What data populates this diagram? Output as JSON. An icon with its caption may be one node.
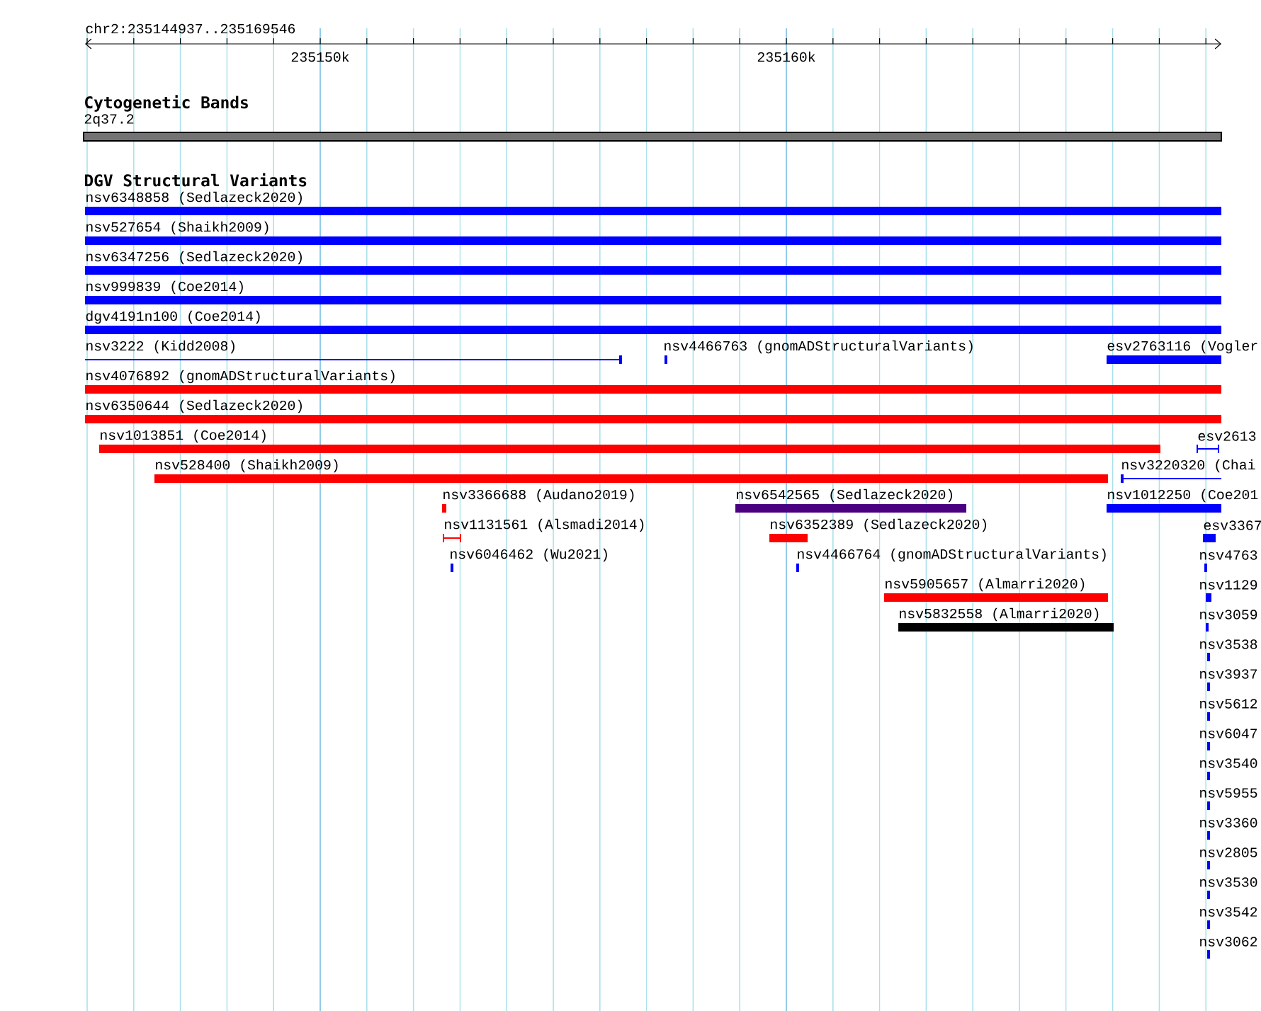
{
  "diagram": {
    "nodes": [
      {
        "text": [
          "2q37.2"
        ]
      },
      {
        "text": [
          "nsv6348858 (Sedlazeck2020)"
        ]
      },
      {
        "text": [
          "nsv527654 (Shaikh2009)"
        ]
      },
      {
        "text": [
          "nsv6347256 (Sedlazeck2020)"
        ]
      },
      {
        "text": [
          "nsv999839 (Coe2014)"
        ]
      },
      {
        "text": [
          "dgv4191n100 (Coe2014)"
        ]
      },
      {
        "text": [
          "nsv3222 (Kidd2008)"
        ]
      },
      {
        "text": [
          "nsv4466763 (gnomADStructuralVariants)"
        ]
      },
      {
        "text": [
          "esv2763116 (Vogler"
        ]
      },
      {
        "text": [
          "nsv4076892 (gnomADStructuralVariants)"
        ]
      },
      {
        "text": [
          "nsv6350644 (Sedlazeck2020)"
        ]
      },
      {
        "text": [
          "nsv1013851 (Coe2014)"
        ]
      },
      {
        "text": [
          "esv2613"
        ]
      },
      {
        "text": [
          "nsv528400 (Shaikh2009)"
        ]
      },
      {
        "text": [
          "nsv3220320 (Chai"
        ]
      },
      {
        "text": [
          "nsv3366688 (Audano2019)"
        ]
      },
      {
        "text": [
          "nsv6542565 (Sedlazeck2020)"
        ]
      },
      {
        "text": [
          "nsv1012250 (Coe201"
        ]
      },
      {
        "text": [
          "nsv1131561 (Alsmadi2014)"
        ]
      },
      {
        "text": [
          "nsv6352389 (Sedlazeck2020)"
        ]
      },
      {
        "text": [
          "esv3367"
        ]
      },
      {
        "text": [
          "nsv6046462 (Wu2021)"
        ]
      },
      {
        "text": [
          "nsv4466764 (gnomADStructuralVariants)"
        ]
      },
      {
        "text": [
          "nsv4763"
        ]
      },
      {
        "text": [
          "nsv5905657 (Almarri2020)"
        ]
      },
      {
        "text": [
          "nsv1129"
        ]
      },
      {
        "text": [
          "nsv5832558 (Almarri2020)"
        ]
      },
      {
        "text": [
          "nsv3059"
        ]
      },
      {
        "text": [
          "nsv3538"
        ]
      },
      {
        "text": [
          "nsv3937"
        ]
      },
      {
        "text": [
          "nsv5612"
        ]
      },
      {
        "text": [
          "nsv6047"
        ]
      },
      {
        "text": [
          "nsv3540"
        ]
      },
      {
        "text": [
          "nsv5955"
        ]
      },
      {
        "text": [
          "nsv3360"
        ]
      },
      {
        "text": [
          "nsv2805"
        ]
      },
      {
        "text": [
          "nsv3530"
        ]
      },
      {
        "text": [
          "nsv3542"
        ]
      },
      {
        "text": [
          "nsv3062"
        ]
      }
    ],
    "labels": [
      "chr2:235144937..235169546",
      "235150k",
      "235160k",
      "Cytogenetic Bands",
      "DGV Structural Variants"
    ]
  }
}
